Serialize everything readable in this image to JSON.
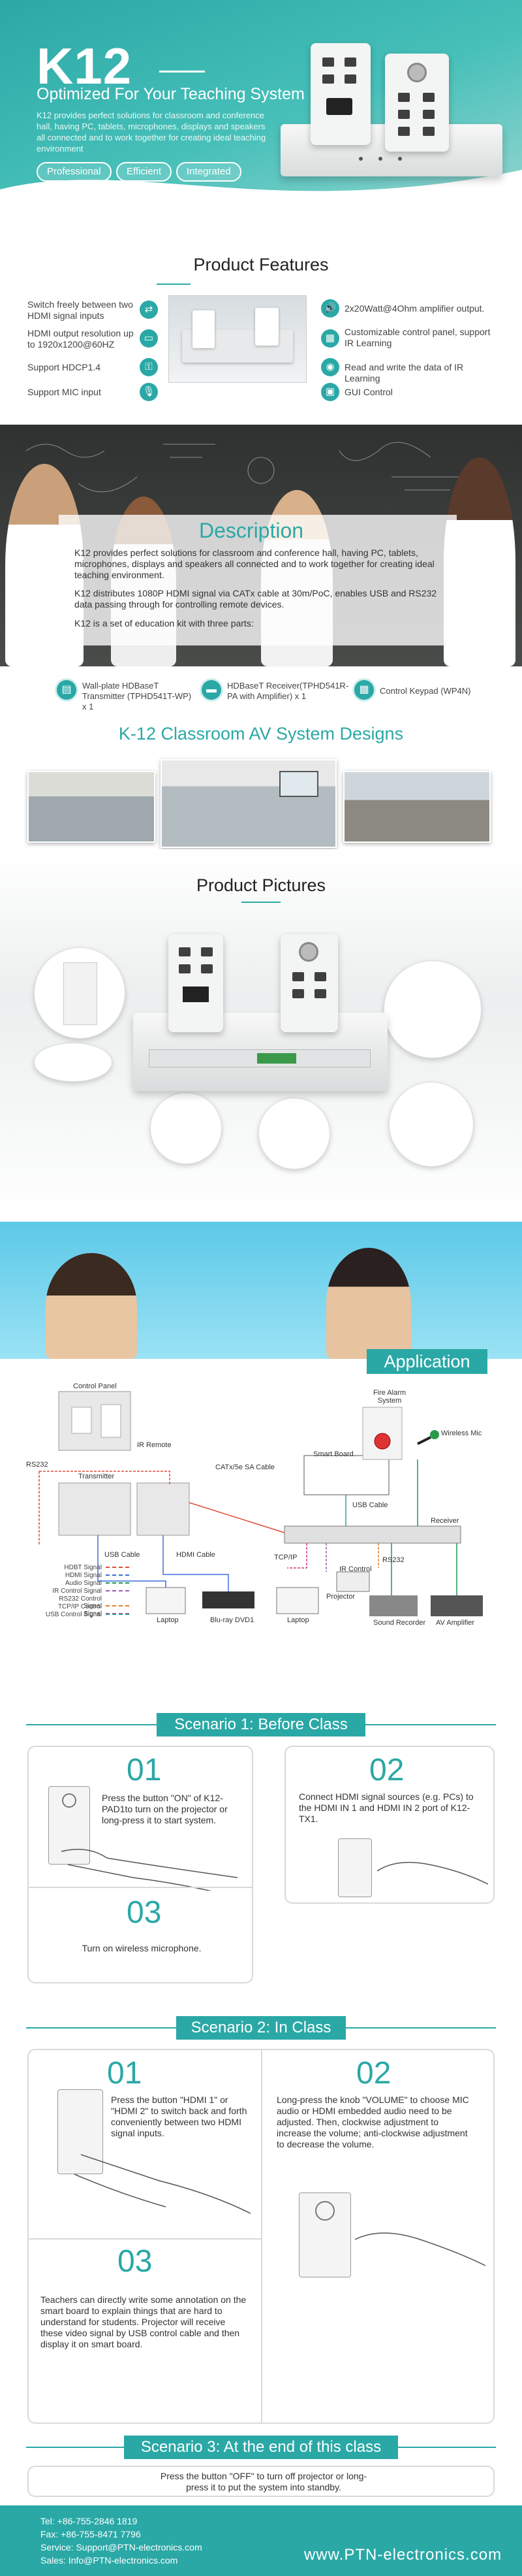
{
  "hero": {
    "title": "K12",
    "subtitle": "Optimized For Your Teaching System",
    "description": "K12 provides perfect solutions for classroom and conference hall, having PC, tablets, microphones, displays and speakers all connected and to work together for creating ideal teaching environment",
    "pills": [
      "Professional",
      "Efficient",
      "Integrated"
    ]
  },
  "features": {
    "title": "Product Features",
    "left": [
      {
        "icon": "switch-icon",
        "text": "Switch freely between two HDMI signal inputs"
      },
      {
        "icon": "resolution-icon",
        "text": "HDMI output resolution up to 1920x1200@60HZ"
      },
      {
        "icon": "hdcp-icon",
        "text": "Support HDCP1.4"
      },
      {
        "icon": "mic-icon",
        "text": "Support MIC input"
      }
    ],
    "right": [
      {
        "icon": "speaker-icon",
        "text": "2x20Watt@4Ohm amplifier output."
      },
      {
        "icon": "panel-icon",
        "text": "Customizable control panel, support IR Learning"
      },
      {
        "icon": "ir-icon",
        "text": "Read and write the data of IR Learning"
      },
      {
        "icon": "gui-icon",
        "text": "GUI Control"
      }
    ]
  },
  "description": {
    "title": "Description",
    "paragraphs": [
      "K12 provides perfect solutions for classroom and conference hall, having PC, tablets, microphones, displays and speakers all connected and to work together for creating ideal teaching environment.",
      "K12 distributes 1080P HDMI signal via CATx cable at 30m/PoC, enables USB and RS232 data passing through for controlling remote devices.",
      "K12 is a set of education kit with three parts:"
    ]
  },
  "kit": [
    {
      "icon": "transmitter-icon",
      "text": "Wall-plate HDBaseT Transmitter (TPHD541T-WP) x 1"
    },
    {
      "icon": "receiver-icon",
      "text": "HDBaseT Receiver(TPHD541R-PA with Amplifier) x 1"
    },
    {
      "icon": "keypad-icon",
      "text": "Control Keypad (WP4N)"
    }
  ],
  "designs": {
    "title": "K-12 Classroom AV System Designs"
  },
  "pictures": {
    "title": "Product  Pictures"
  },
  "application": {
    "title": "Application",
    "labels": {
      "control_panel": "Control Panel",
      "ir_remote": "IR Remote",
      "rs232_left": "RS232",
      "transmitter": "Transmitter",
      "catx": "CATx/5e SA Cable",
      "usb_cable": "USB Cable",
      "hdmi_cable": "HDMI Cable",
      "laptop1": "Laptop",
      "bluray": "Blu-ray DVD1",
      "laptop2": "Laptop",
      "fire_alarm": "Fire Alarm System",
      "smart_board": "Smart Board",
      "usb_cable2": "USB Cable",
      "receiver": "Receiver",
      "wireless_mic": "Wireless Mic",
      "tcpip": "TCP/IP",
      "ir_control": "IR Control",
      "rs232_right": "RS232",
      "projector": "Projector",
      "sound_recorder": "Sound Recorder",
      "av_amplifier": "AV Amplifier"
    },
    "legend": [
      {
        "label": "HDBT Signal",
        "color": "#e04a3a"
      },
      {
        "label": "HDMI Signal",
        "color": "#3a6fd8"
      },
      {
        "label": "Audio Signal",
        "color": "#1a9a4a"
      },
      {
        "label": "IR Control Signal",
        "color": "#9b59b6"
      },
      {
        "label": "RS232 Control Signal",
        "color": "#e67e22"
      },
      {
        "label": "TCP/IP Control Signal",
        "color": "#d63384"
      },
      {
        "label": "USB Control Signal",
        "color": "#2aa8a6"
      }
    ]
  },
  "scenario1": {
    "title": "Scenario 1: Before Class",
    "step1": {
      "num": "01",
      "text": "Press the button \"ON\" of K12-PAD1to turn on the projector or long-press it to start system."
    },
    "step2": {
      "num": "02",
      "text": "Connect HDMI signal sources (e.g. PCs) to the HDMI IN 1 and HDMI IN 2 port of K12-TX1."
    },
    "step3": {
      "num": "03",
      "text": "Turn on wireless microphone."
    }
  },
  "scenario2": {
    "title": "Scenario 2: In Class",
    "step1": {
      "num": "01",
      "text": "Press the button \"HDMI 1\" or \"HDMI 2\" to switch back and forth conveniently between two HDMI signal inputs."
    },
    "step2": {
      "num": "02",
      "text": "Long-press the knob \"VOLUME\" to choose MIC audio or HDMI embedded audio need to be adjusted. Then, clockwise adjustment to increase the volume; anti-clockwise adjustment to decrease the volume."
    },
    "step3": {
      "num": "03",
      "text": "Teachers can directly write some annotation on the smart board to explain things that are hard to understand for students. Projector will receive these video signal by USB control cable and then display it on smart board."
    }
  },
  "scenario3": {
    "title": "Scenario 3: At the end of this class",
    "text": "Press the button \"OFF\" to turn off projector or long-press it to put the system into standby."
  },
  "footer": {
    "tel": "Tel: +86-755-2846 1819",
    "fax": "Fax: +86-755-8471 7796",
    "service": "Service: Support@PTN-electronics.com",
    "sales": "Sales: Info@PTN-electronics.com",
    "website": "www.PTN-electronics.com"
  },
  "colors": {
    "accent": "#2aa8a6",
    "footer": "#2aa8a6"
  }
}
